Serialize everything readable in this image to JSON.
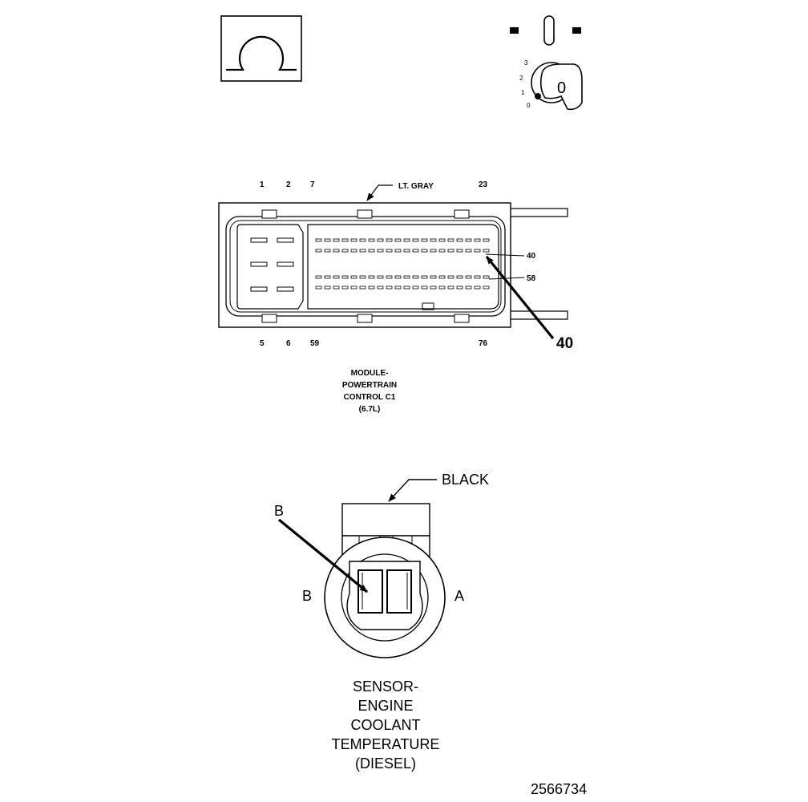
{
  "ignition_key_positions": [
    "3",
    "2",
    "1",
    "0"
  ],
  "ignition_key_label": "0",
  "pcm_connector": {
    "color_label": "LT. GRAY",
    "top_pins": [
      "1",
      "2",
      "7",
      "23"
    ],
    "bottom_pins": [
      "5",
      "6",
      "59",
      "76"
    ],
    "side_pins": [
      "40",
      "58"
    ],
    "callout_pin": "40",
    "name_lines": [
      "MODULE-",
      "POWERTRAIN",
      "CONTROL C1",
      "(6.7L)"
    ]
  },
  "ect_sensor": {
    "color_label": "BLACK",
    "callout_pin": "B",
    "left_pin": "B",
    "right_pin": "A",
    "name_lines": [
      "SENSOR-",
      "ENGINE",
      "COOLANT",
      "TEMPERATURE",
      "(DIESEL)"
    ]
  },
  "figure_id": "2566734"
}
